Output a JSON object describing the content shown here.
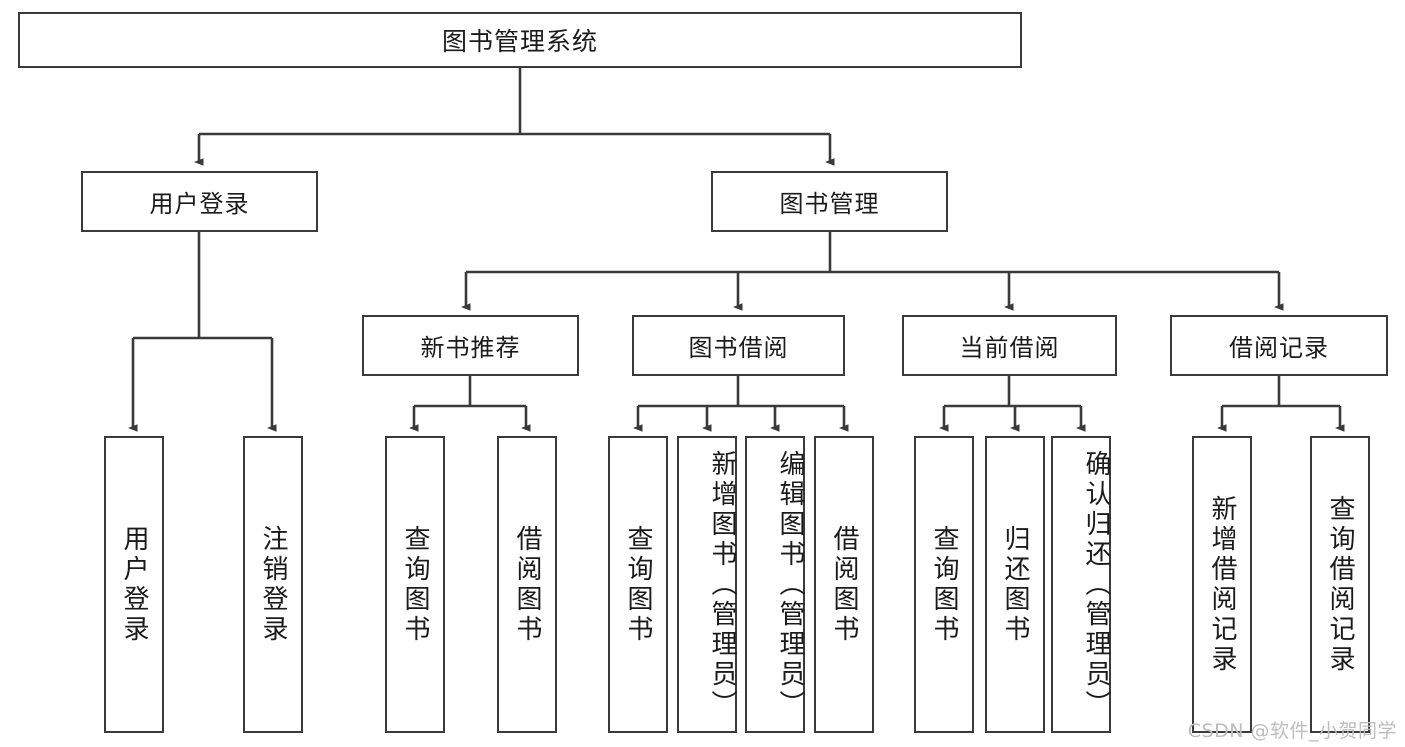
{
  "diagram": {
    "title": "图书管理系统",
    "type": "tree",
    "root": {
      "label": "图书管理系统"
    },
    "level2": [
      {
        "label": "用户登录"
      },
      {
        "label": "图书管理"
      }
    ],
    "level3": [
      {
        "label": "新书推荐"
      },
      {
        "label": "图书借阅"
      },
      {
        "label": "当前借阅"
      },
      {
        "label": "借阅记录"
      }
    ],
    "leaves": {
      "user_login": [
        {
          "label": "用户登录"
        },
        {
          "label": "注销登录"
        }
      ],
      "new_book_recommend": [
        {
          "label": "查询图书"
        },
        {
          "label": "借阅图书"
        }
      ],
      "book_borrow": [
        {
          "label": "查询图书"
        },
        {
          "label": "新增图书（管理员）"
        },
        {
          "label": "编辑图书（管理员）"
        },
        {
          "label": "借阅图书"
        }
      ],
      "current_borrow": [
        {
          "label": "查询图书"
        },
        {
          "label": "归还图书"
        },
        {
          "label": "确认归还（管理员）"
        }
      ],
      "borrow_record": [
        {
          "label": "新增借阅记录"
        },
        {
          "label": "查询借阅记录"
        }
      ]
    }
  },
  "watermark": {
    "text": "CSDN @软件_小贺同学"
  },
  "colors": {
    "stroke": "#3a3a3a",
    "background": "#ffffff",
    "text": "#1b1b1b",
    "watermark": "#bdbdbd"
  }
}
